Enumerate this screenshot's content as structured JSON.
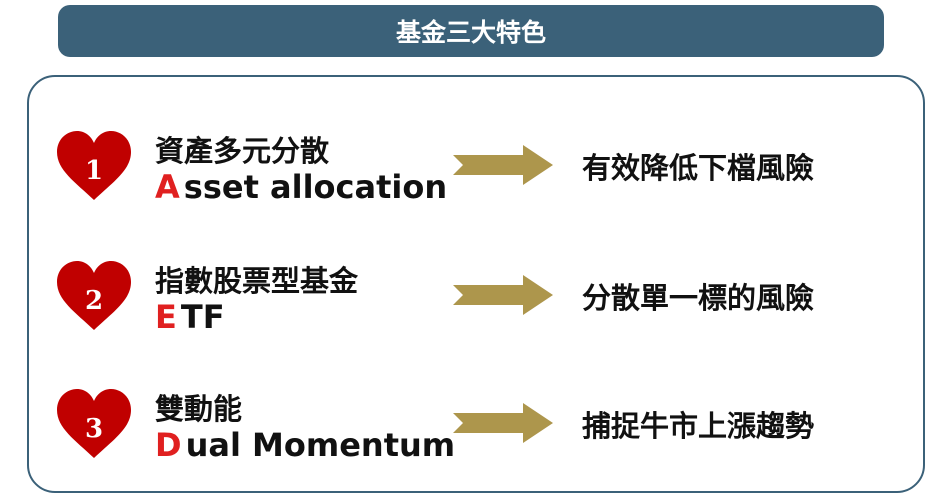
{
  "header": {
    "title": "基金三大特色"
  },
  "colors": {
    "header": "#3b6179",
    "heart": "#c00000",
    "accent_letter": "#e02020",
    "arrow": "#ad964c"
  },
  "items": [
    {
      "number": "1",
      "title": "資產多元分散",
      "sub_first": "A",
      "sub_rest": "sset allocation",
      "result": "有效降低下檔風險"
    },
    {
      "number": "2",
      "title": "指數股票型基金",
      "sub_first": "E",
      "sub_rest": "TF",
      "result": "分散單一標的風險"
    },
    {
      "number": "3",
      "title": "雙動能",
      "sub_first": "D",
      "sub_rest": "ual Momentum",
      "result": "捕捉牛市上漲趨勢"
    }
  ]
}
